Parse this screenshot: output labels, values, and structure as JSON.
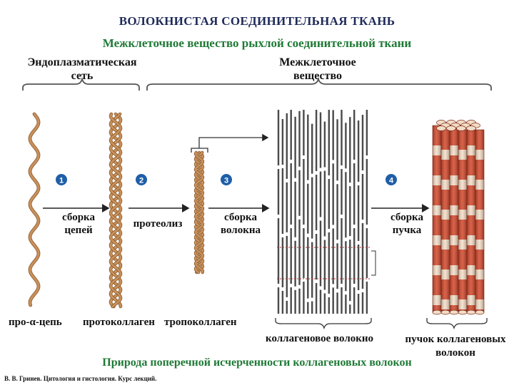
{
  "title": "ВОЛОКНИСТАЯ СОЕДИНИТЕЛЬНАЯ ТКАНЬ",
  "subtitle": "Межклеточное вещество рыхлой соединительной ткани",
  "sections": {
    "er": "Эндоплазматическая сеть",
    "ecm": "Межклеточное вещество"
  },
  "steps": [
    {
      "number": "1",
      "label": "сборка цепей"
    },
    {
      "number": "2",
      "label": "протеолиз"
    },
    {
      "number": "3",
      "label": "сборка волокна"
    },
    {
      "number": "4",
      "label": "сборка пучка"
    }
  ],
  "captions": {
    "pro_alpha": "про-α-цепь",
    "procollagen": "протоколлаген",
    "tropocollagen": "тропоколлаген",
    "fiber": "коллагеновое волокно",
    "bundle": "пучок коллагеновых волокон"
  },
  "footer_title": "Природа поперечной исчерченности коллагеновых волокон",
  "source": "В. В. Гринев. Цитология и гистология. Курс лекций.",
  "colors": {
    "title": "#1e2a5a",
    "green": "#1f7a36",
    "step_circle": "#1f5fa8",
    "strand": "#c9905a",
    "strand_dark": "#8a5a30",
    "fiber_line": "#4a4a4a",
    "bundle_red": "#d1462a",
    "bundle_light": "#f3dcc6"
  }
}
